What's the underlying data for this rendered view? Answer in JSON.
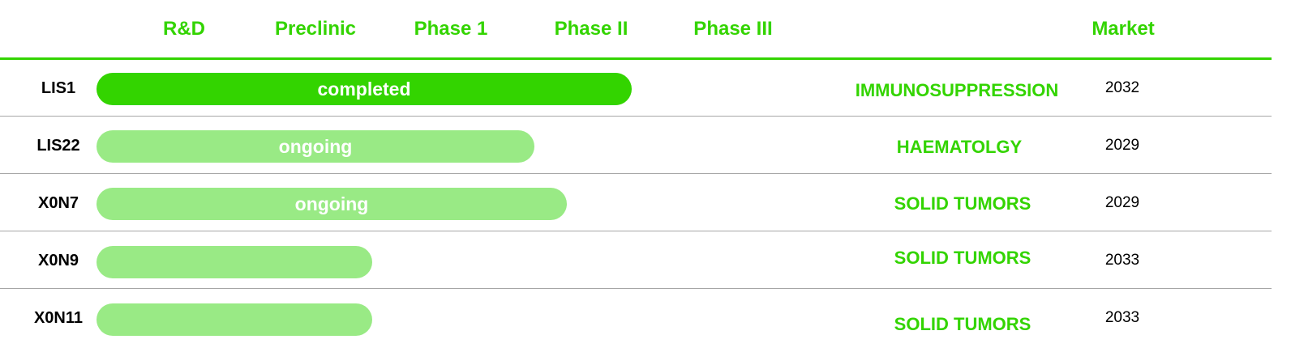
{
  "colors": {
    "accent": "#33d400",
    "completed_bar": "#33d400",
    "ongoing_bar": "#99ea85",
    "divider": "#a6a6a6"
  },
  "headers": {
    "rd": "R&D",
    "preclinic": "Preclinic",
    "phase1": "Phase 1",
    "phase2": "Phase II",
    "phase3": "Phase III",
    "market": "Market"
  },
  "chart_data": {
    "type": "bar",
    "stages": [
      "R&D",
      "Preclinic",
      "Phase 1",
      "Phase II",
      "Phase III"
    ],
    "categories": [
      "LIS1",
      "LIS22",
      "X0N7",
      "X0N9",
      "X0N11"
    ],
    "values": [
      3.3,
      2.7,
      2.9,
      1.7,
      1.7
    ],
    "xlim": [
      0,
      5
    ],
    "rows": [
      {
        "id": "LIS1",
        "status": "completed",
        "progress_stages": 3.3,
        "indication": "IMMUNOSUPPRESSION",
        "market": "2032"
      },
      {
        "id": "LIS22",
        "status": "ongoing",
        "progress_stages": 2.7,
        "indication": "HAEMATOLGY",
        "market": "2029"
      },
      {
        "id": "X0N7",
        "status": "ongoing",
        "progress_stages": 2.9,
        "indication": "SOLID TUMORS",
        "market": "2029"
      },
      {
        "id": "X0N9",
        "status": "",
        "progress_stages": 1.7,
        "indication": "SOLID TUMORS",
        "market": "2033"
      },
      {
        "id": "X0N11",
        "status": "",
        "progress_stages": 1.7,
        "indication": "SOLID TUMORS",
        "market": "2033"
      }
    ]
  }
}
